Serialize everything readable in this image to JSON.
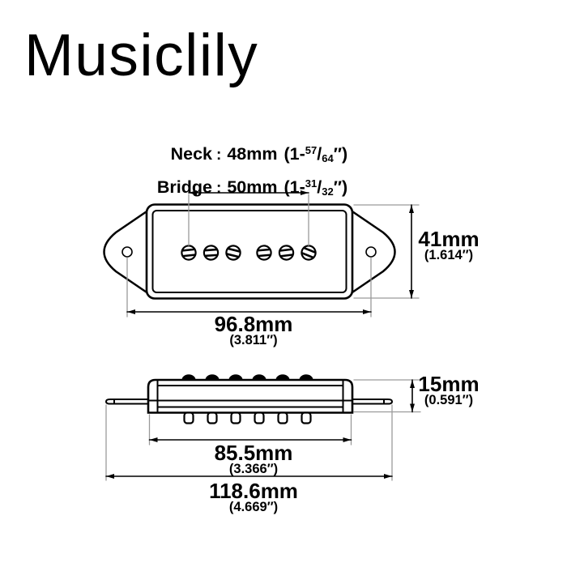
{
  "brand": {
    "logo_text": "Musiclily"
  },
  "top_view": {
    "spacing": {
      "neck": {
        "label": "Neck",
        "colon": ":",
        "value": "48mm",
        "frac_prefix": "(1-",
        "frac_num": "57",
        "frac_slash": "/",
        "frac_den": "64",
        "frac_suffix": "″)"
      },
      "bridge": {
        "label": "Bridge",
        "colon": ":",
        "value": "50mm",
        "frac_prefix": "(1-",
        "frac_num": "31",
        "frac_slash": "/",
        "frac_den": "32",
        "frac_suffix": "″)"
      }
    },
    "height_dim": {
      "mm": "41mm",
      "inch": "(1.614″)"
    },
    "mount_width_dim": {
      "mm": "96.8mm",
      "inch": "(3.811″)"
    }
  },
  "side_view": {
    "height_dim": {
      "mm": "15mm",
      "inch": "(0.591″)"
    },
    "body_width_dim": {
      "mm": "85.5mm",
      "inch": "(3.366″)"
    },
    "overall_width_dim": {
      "mm": "118.6mm",
      "inch": "(4.669″)"
    }
  },
  "colors": {
    "line": "#000000",
    "extension_line": "#9a9a9a",
    "background": "#ffffff"
  }
}
